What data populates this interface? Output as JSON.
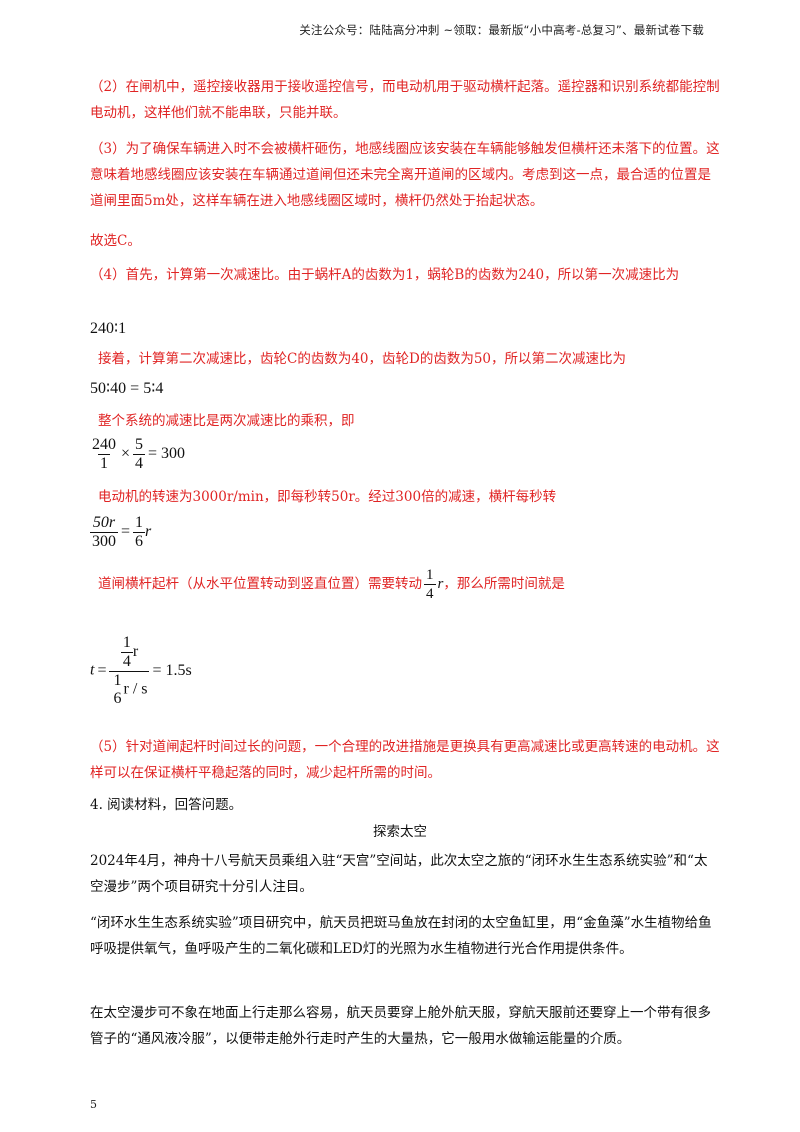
{
  "header": "关注公众号：陆陆高分冲刺   ~领取：最新版“小中高考-总复习”、最新试卷下载",
  "para2": "（2）在闸机中，遥控接收器用于接收遥控信号，而电动机用于驱动横杆起落。遥控器和识别系统都能控制电动机，这样他们就不能串联，只能并联。",
  "para3_a": "（3）为了确保车辆进入时不会被横杆砸伤，地感线圈应该安装在车辆能够触发但横杆还未落下的位置。这意味着地感线圈应该安装在车辆通过道闸但还未完全离开道闸的区域内。考虑到这一点，最合适的位置是道闸里面5m处，这样车辆在进入地感线圈区域时，横杆仍然处于抬起状态。",
  "para3_b": "故选C。",
  "para4_a": "（4）首先，计算第一次减速比。由于蜗杆A的齿数为1，蜗轮B的齿数为240，所以第一次减速比为",
  "eq1": "240∶1",
  "para4_b": "接着，计算第二次减速比，齿轮C的齿数为40，齿轮D的齿数为50，所以第二次减速比为",
  "eq2": "50∶40 = 5∶4",
  "para4_c": "整个系统的减速比是两次减速比的乘积，即",
  "eq3": {
    "n1": "240",
    "d1": "1",
    "times": "×",
    "n2": "5",
    "d2": "4",
    "eq": "= 300"
  },
  "para4_d": "电动机的转速为3000r/min，即每秒转50r。经过300倍的减速，横杆每秒转",
  "eq4": {
    "num": "50r",
    "den": "300",
    "eq": "=",
    "n": "1",
    "d": "6",
    "unit": "r"
  },
  "para4_e_pre": "道闸横杆起杆（从水平位置转动到竖直位置）需要转动",
  "para4_e_frac": {
    "n": "1",
    "d": "4",
    "unit": "r"
  },
  "para4_e_post": "，那么所需时间就是",
  "eq5": {
    "t": "t",
    "eq": "=",
    "top_n": "1",
    "top_d": "4",
    "top_unit": "r",
    "bot_n": "1",
    "bot_d": "6",
    "bot_unit": "r / s",
    "result": "= 1.5s"
  },
  "para5": "（5）针对道闸起杆时间过长的问题，一个合理的改进措施是更换具有更高减速比或更高转速的电动机。这样可以在保证横杆平稳起落的同时，减少起杆所需的时间。",
  "q4": "4. 阅读材料，回答问题。",
  "title": "探索太空",
  "mat1": "2024年4月，神舟十八号航天员乘组入驻“天宫”空间站，此次太空之旅的“闭环水生生态系统实验”和“太空漫步”两个项目研究十分引人注目。",
  "mat2": "“闭环水生生态系统实验”项目研究中，航天员把斑马鱼放在封闭的太空鱼缸里，用“金鱼藻”水生植物给鱼呼吸提供氧气，鱼呼吸产生的二氧化碳和LED灯的光照为水生植物进行光合作用提供条件。",
  "mat3": "在太空漫步可不象在地面上行走那么容易，航天员要穿上舱外航天服，穿航天服前还要穿上一个带有很多管子的“通风液冷服”，以便带走舱外行走时产生的大量热，它一般用水做输运能量的介质。",
  "page_number": "5"
}
